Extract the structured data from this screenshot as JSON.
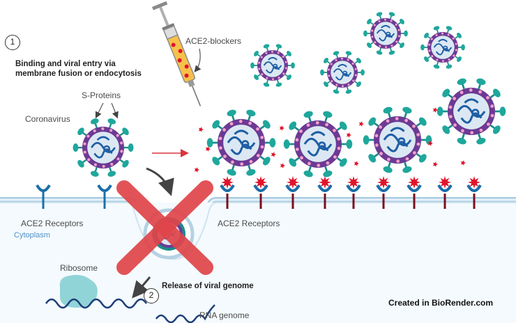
{
  "step1": {
    "number": "1",
    "title_line1": "Binding and viral entry via",
    "title_line2": "membrane fusion or endocytosis"
  },
  "labels": {
    "s_proteins": "S-Proteins",
    "coronavirus": "Coronavirus",
    "ace2_blockers": "ACE2-blockers",
    "ace2_receptors_left": "ACE2 Receptors",
    "ace2_receptors_right": "ACE2 Receptors",
    "cytoplasm": "Cytoplasm",
    "ribosome": "Ribosome",
    "rna_genome": "RNA genome"
  },
  "step2": {
    "number": "2",
    "title": "Release of viral genome"
  },
  "credit": "Created in BioRender.com",
  "colors": {
    "virus_shell": "#1a8c8a",
    "virus_spike": "#1fa79c",
    "virus_membrane": "#6c3a94",
    "virus_dots": "#f3a0c9",
    "rna": "#1f5fa5",
    "receptor": "#1a6fa9",
    "blocker": "#e0142b",
    "blocked_stem": "#7a0f1d",
    "membrane": "#bcd7e8",
    "x_mark": "#e0454a",
    "cytoplasm_text": "#4f90c8"
  }
}
